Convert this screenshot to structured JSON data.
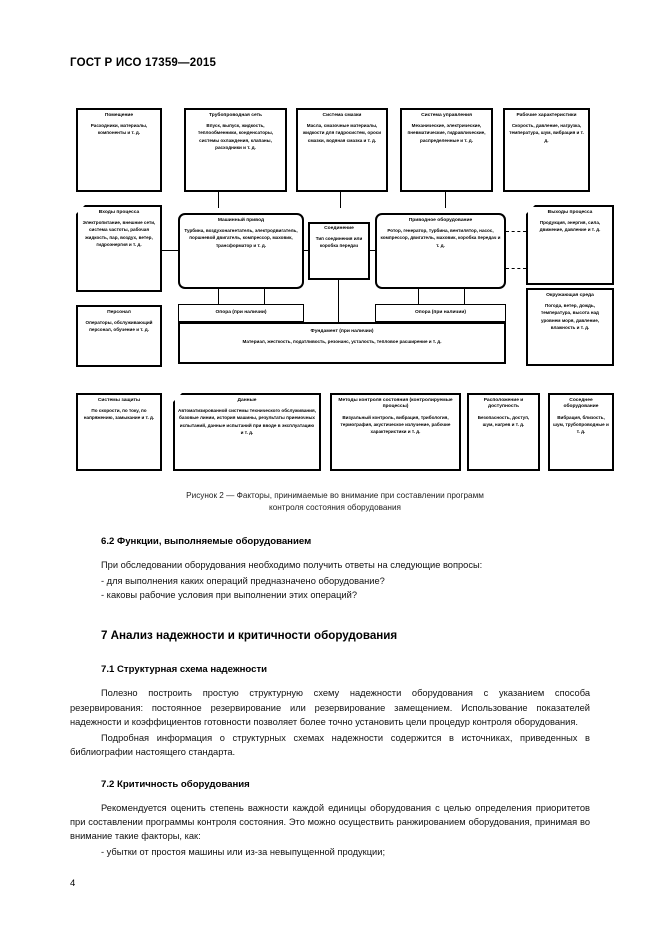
{
  "header": {
    "standard": "ГОСТ Р ИСО 17359—2015"
  },
  "page": {
    "number": "4"
  },
  "figure": {
    "caption_line1": "Рисунок 2 — Факторы, принимаемые во внимание при составлении программ",
    "caption_line2": "контроля состояния оборудования",
    "boxes": [
      {
        "id": "premises",
        "title": "Помещение",
        "body": "Расходники, материалы, компоненты и т. д."
      },
      {
        "id": "piping-network",
        "title": "Трубопроводная сеть",
        "body": "Впуск, выпуск, жидкость, теплообменники, конденсаторы, системы охлаждения, клапаны, расходники и т. д."
      },
      {
        "id": "lubrication-system",
        "title": "Система смазки",
        "body": "Масла, смазочные материалы, жидкости для гидросистем, ороси смазки, водяная смазка и т. д."
      },
      {
        "id": "control-system",
        "title": "Система управления",
        "body": "Механические, электрические, пневматические, гидравлические, распределенные и т. д."
      },
      {
        "id": "performance",
        "title": "Рабочие характеристики",
        "body": "Скорость, давление, нагрузка, температура, шум, вибрация и т. д."
      },
      {
        "id": "process-inputs",
        "title": "Входы процесса",
        "body": "Электропитание, внешние сети, система частоты, рабочая жидкость, пар, воздух, ветер, гидроэнергия и т. д."
      },
      {
        "id": "machine-drive",
        "title": "Машинный привод",
        "body": "Турбина, воздухонагнетатель, электродвигатель, поршневой двигатель, компрессор, маховик, трансформатор и т. д."
      },
      {
        "id": "coupling",
        "title": "Соединение",
        "body": "Тип соединения или коробка передач"
      },
      {
        "id": "driven-equipment",
        "title": "Приводное оборудование",
        "body": "Ротор, генератор, турбина, вентилятор, насос, компрессор, двигатель, маховик, коробка передач и т. д."
      },
      {
        "id": "process-outputs",
        "title": "Выходы процесса",
        "body": "Продукция, энергия, сила, движение, давление и т. д."
      },
      {
        "id": "personnel",
        "title": "Персонал",
        "body": "Операторы, обслуживающий персонал, обучение и т. д."
      },
      {
        "id": "environment",
        "title": "Окружающая среда",
        "body": "Погода, ветер, дождь, температура, высота над уровнем моря, давление, влажность и т. д."
      },
      {
        "id": "support-left",
        "title": "Опора (при наличии)",
        "body": ""
      },
      {
        "id": "support-right",
        "title": "Опора (при наличии)",
        "body": ""
      },
      {
        "id": "foundation",
        "title": "Фундамент (при наличии)",
        "body": "Материал, жесткость, податливость, резонанс, усталость, тепловое расширение и т. д."
      },
      {
        "id": "protection-systems",
        "title": "Системы защиты",
        "body": "По скорости, по току, по напряжению, замыкание и т. д."
      },
      {
        "id": "data",
        "title": "Данные",
        "body": "Автоматизированной системы технического обслуживания, базовые линии, история машины, результаты приемочных испытаний, данные испытаний при вводе в эксплуатацию и т. д."
      },
      {
        "id": "condition-monitoring-methods",
        "title": "Методы контроля состояния (контролируемые процессы)",
        "body": "Визуальный контроль, вибрация, трибология, термография, акустическое излучение, рабочие характеристики и т. д."
      },
      {
        "id": "location-accessibility",
        "title": "Расположение и доступность",
        "body": "Безопасность, доступ, шум, нагрев и т. д."
      },
      {
        "id": "adjacent-equipment",
        "title": "Соседнее оборудование",
        "body": "Вибрация, близость, шум, трубопроводные и т. д."
      }
    ]
  },
  "content": {
    "section_6_2_heading": "6.2 Функции, выполняемые оборудованием",
    "section_6_2_intro": "При обследовании оборудования необходимо получить ответы на следующие вопросы:",
    "section_6_2_item1": "-  для выполнения каких операций предназначено оборудование?",
    "section_6_2_item2": "-  каковы рабочие условия при выполнении этих операций?",
    "section_7_heading": "7 Анализ надежности и критичности оборудования",
    "section_7_1_heading": "7.1 Структурная схема надежности",
    "section_7_1_para1": "Полезно построить простую структурную схему надежности оборудования с указанием способа резервирования: постоянное резервирование или резервирование замещением. Использование показателей надежности и коэффициентов готовности позволяет более точно установить цели процедур контроля оборудования.",
    "section_7_1_para2": "Подробная информация о структурных схемах надежности содержится в источниках, приведенных в библиографии настоящего стандарта.",
    "section_7_2_heading": "7.2 Критичность оборудования",
    "section_7_2_para1": "Рекомендуется оценить степень важности каждой единицы оборудования с целью определения приоритетов при составлении программы контроля состояния. Это можно осуществить ранжированием оборудования, принимая во внимание такие факторы, как:",
    "section_7_2_item1": "- убытки от простоя машины или из-за невыпущенной продукции;"
  }
}
